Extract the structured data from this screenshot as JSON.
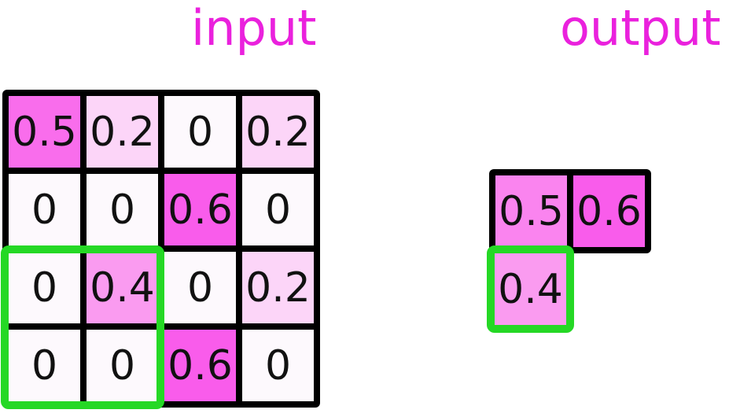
{
  "diagram": {
    "kind": "max-pooling matrix illustration",
    "colors": {
      "title": "#ea21dd",
      "grid_border": "#000000",
      "highlight": "#25d825",
      "cell_text": "#111111"
    },
    "input": {
      "title": "input",
      "rows": 4,
      "cols": 4,
      "cells": [
        {
          "v": "0.5",
          "c": "#f96dec"
        },
        {
          "v": "0.2",
          "c": "#fcd5f8"
        },
        {
          "v": "0",
          "c": "#fdf9fd"
        },
        {
          "v": "0.2",
          "c": "#fcd5f8"
        },
        {
          "v": "0",
          "c": "#fdf9fd"
        },
        {
          "v": "0",
          "c": "#fdf9fd"
        },
        {
          "v": "0.6",
          "c": "#f95ceb"
        },
        {
          "v": "0",
          "c": "#fdf9fd"
        },
        {
          "v": "0",
          "c": "#fdf9fd"
        },
        {
          "v": "0.4",
          "c": "#fa9bf0"
        },
        {
          "v": "0",
          "c": "#fdf9fd"
        },
        {
          "v": "0.2",
          "c": "#fcd5f8"
        },
        {
          "v": "0",
          "c": "#fdf9fd"
        },
        {
          "v": "0",
          "c": "#fdf9fd"
        },
        {
          "v": "0.6",
          "c": "#f95ceb"
        },
        {
          "v": "0",
          "c": "#fdf9fd"
        }
      ],
      "highlight_region": {
        "rows": "3-4",
        "cols": "1-2"
      }
    },
    "output": {
      "title": "output",
      "cells": [
        {
          "v": "0.5",
          "c": "#fa84ef"
        },
        {
          "v": "0.6",
          "c": "#f95ceb"
        },
        {
          "v": "0.4",
          "c": "#fa9bf0",
          "highlighted": true
        }
      ]
    }
  }
}
